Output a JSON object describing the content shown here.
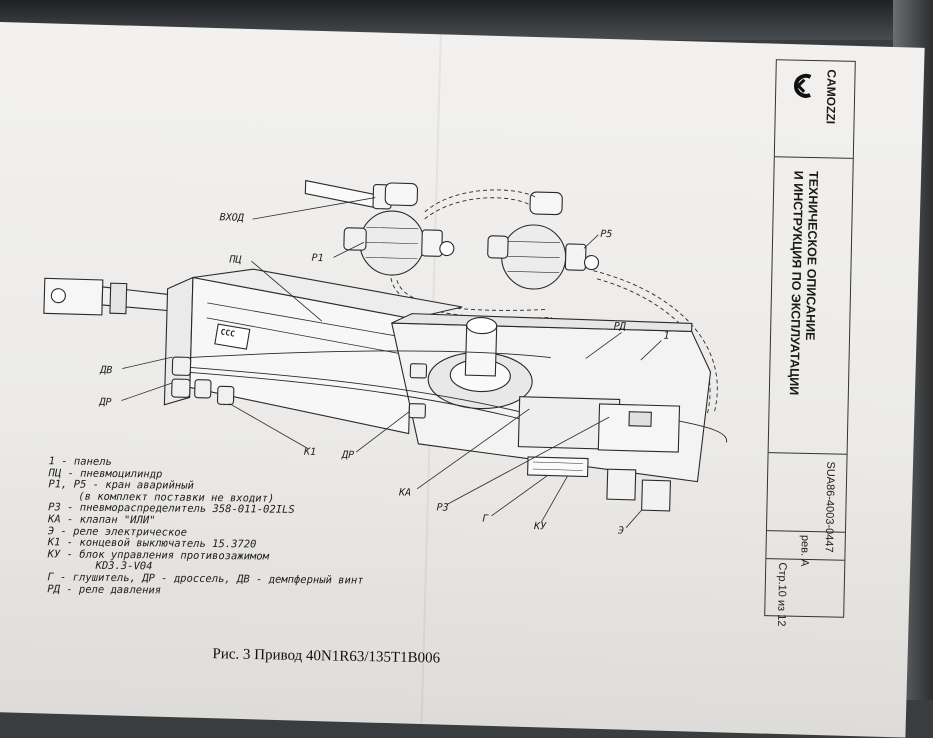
{
  "header": {
    "brand": "CAMOZZI",
    "title_line1": "ТЕХНИЧЕСКОЕ ОПИСАНИЕ",
    "title_line2": "И ИНСТРУКЦИЯ ПО ЭКСПЛУАТАЦИИ",
    "doc_code": "SUA86-4003-0447",
    "revision": "рев. А",
    "page": "Стр.10 из 12"
  },
  "drawing": {
    "cylinder_logo": "CCC",
    "callouts": [
      "ВХОД",
      "Р1",
      "Р5",
      "ПЦ",
      "ДВ",
      "ДР",
      "К1",
      "ДР",
      "РД",
      "1",
      "КА",
      "Р3",
      "Г",
      "КУ",
      "Э"
    ]
  },
  "legend": [
    "1 - панель",
    "ПЦ - пневмоцилиндр",
    "Р1, Р5 - кран аварийный",
    "(в комплект поставки не входит)",
    "Р3 - пневмораспределитель 358-011-02ILS",
    "КА - клапан \"ИЛИ\"",
    "Э - реле электрическое",
    "К1 - концевой выключатель 15.3720",
    "КУ - блок управления противозажимом",
    "KD3.3-V04",
    "Г - глушитель, ДР - дроссель, ДВ - демпферный винт",
    "РД - реле давления"
  ],
  "caption": "Рис. 3 Привод 40N1R63/135T1B006"
}
